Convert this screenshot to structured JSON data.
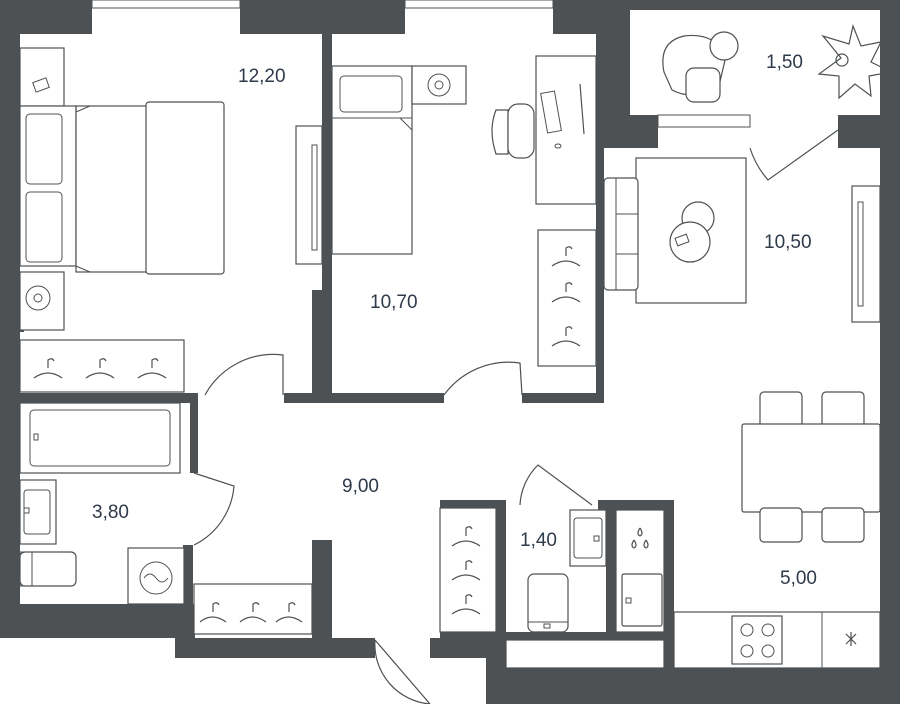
{
  "rooms": [
    {
      "id": "bedroom",
      "area": "12,20"
    },
    {
      "id": "kids-room",
      "area": "10,70"
    },
    {
      "id": "balcony",
      "area": "1,50"
    },
    {
      "id": "living-room",
      "area": "10,50"
    },
    {
      "id": "hallway",
      "area": "9,00"
    },
    {
      "id": "bathroom",
      "area": "3,80"
    },
    {
      "id": "toilet",
      "area": "1,40"
    },
    {
      "id": "kitchen",
      "area": "5,00"
    }
  ],
  "colors": {
    "wall": "#4d5153",
    "label": "#2f3a4a",
    "background": "#ffffff"
  }
}
